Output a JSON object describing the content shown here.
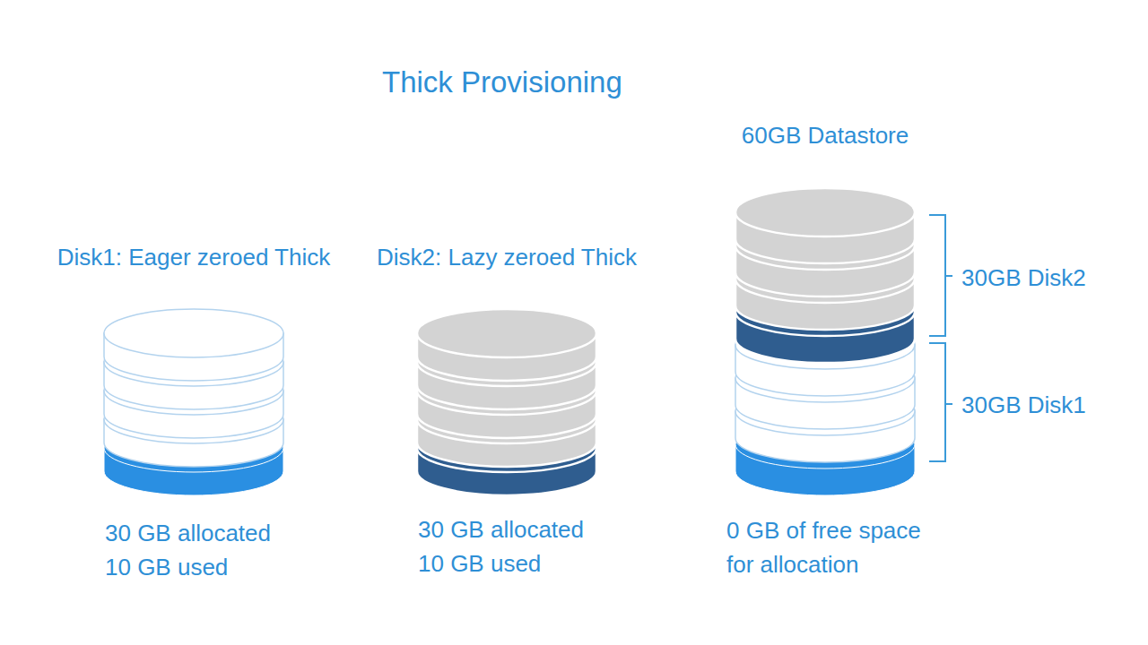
{
  "diagram": {
    "title": "Thick Provisioning",
    "nodes": [
      {
        "text": [
          "Disk1: Eager zeroed Thick",
          "30 GB allocated 10 GB used"
        ]
      },
      {
        "text": [
          "Disk2: Lazy zeroed Thick",
          "30 GB allocated 10 GB used"
        ]
      },
      {
        "text": [
          "60GB Datastore",
          "0 GB of free space for allocation"
        ]
      }
    ],
    "labels": [
      "30GB Disk2",
      "30GB Disk1"
    ]
  }
}
